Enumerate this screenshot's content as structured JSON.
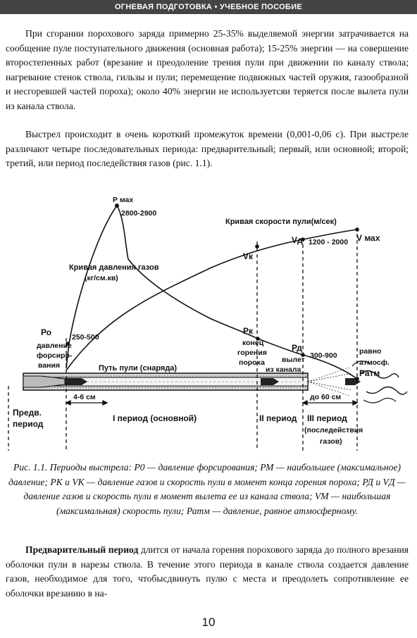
{
  "header": {
    "title": "ОГНЕВАЯ ПОДГОТОВКА • УЧЕБНОЕ ПОСОБИЕ"
  },
  "paragraphs": {
    "p1": "При сгорании порохового заряда примерно 25-35% выделяемой энергии затрачивается на сообщение пуле поступательного движения (основная работа); 15-25% энергии — на совершение второстепенных работ (врезание и преодоление трения пули при движении по каналу ствола; нагревание стенок ствола, гильзы и пули; перемещение подвижных частей оружия, газообразной и несгоревшей частей пороха); около 40% энергии не используетсяи теряется после вылета пули из канала ствола.",
    "p2": "Выстрел происходит в очень короткий промежуток времени (0,001-0,06 с). При выстреле различают четыре последовательных периода: предварительный; первый, или основной; второй; третий, или период последействия газов (рис. 1.1).",
    "p4_bold": "Предварительный период",
    "p4_rest": " длится от начала горения порохового заряда до полного врезания оболочки пули в нарезы ствола. В течение этого периода в канале ствола создается давление газов, необходимое для того, чтобысдвинуть пулю с места и преодолеть сопротивление ее оболочки врезанию в на-"
  },
  "figure": {
    "label_pmax": "Р мах",
    "label_pmax_value": "2800-2900",
    "label_velocity_curve": "Кривая скорости пули(м/сек)",
    "label_vk": "Vк",
    "label_vd": "Vд",
    "label_vd_value": "1200 - 2000",
    "label_vmax": "V мах",
    "label_pressure_curve_1": "Кривая давления газов",
    "label_pressure_curve_2": "(кг/см.кв)",
    "label_p0": "Ро",
    "label_p0_d1": "давление",
    "label_p0_d2": "форсиро-",
    "label_p0_d3": "вания",
    "label_p0_value": "250-500",
    "label_pk": "Рк",
    "label_pk_d1": "конец",
    "label_pk_d2": "горения",
    "label_pk_d3": "пороха",
    "label_pd": "Рд",
    "label_pd_d1": "вылет",
    "label_pd_d2": "из канала",
    "label_pd_value": "300-900",
    "label_patm_d1": "равно",
    "label_patm_d2": "атмосф.",
    "label_patm": "Ратм",
    "label_bullet_path": "Путь пули (снаряда)",
    "label_dist_46": "4-6 см",
    "label_dist_60": "до 60 см",
    "label_period_pre_1": "Предв.",
    "label_period_pre_2": "период",
    "label_period_1": "I  период  (основной)",
    "label_period_2": "II период",
    "label_period_3_1": "III  период",
    "label_period_3_2": "(последействия",
    "label_period_3_3": "газов)"
  },
  "caption": "Рис. 1.1. Периоды выстрела: Р0 — давление форсирования; РМ — наибольшее (максимальное) давление; РК и VК — давление газов и скорость пули в момент конца горения пороха; РД и VД — давление газов и скорость пули в момент вылета ее из канала ствола; VМ — наибольшая (максимальная) скорость пули; Ратм — давление, равное атмосферному.",
  "page_number": "10"
}
